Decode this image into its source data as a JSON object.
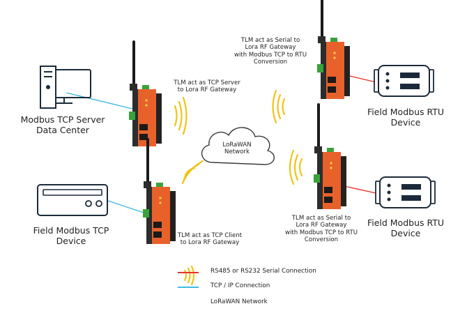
{
  "nodes": {
    "server": {
      "label_line1": "Modbus TCP Server",
      "label_line2": "Data Center",
      "icon": "desktop-computer-icon"
    },
    "tcp_device": {
      "label_line1": "Field Modbus TCP",
      "label_line2": "Device",
      "icon": "field-device-icon"
    },
    "rtu_device_top": {
      "label_line1": "Field Modbus RTU",
      "label_line2": "Device",
      "icon": "field-device-icon"
    },
    "rtu_device_bottom": {
      "label_line1": "Field Modbus RTU",
      "label_line2": "Device",
      "icon": "field-device-icon"
    },
    "cloud": {
      "label_line1": "LoRaWAN",
      "label_line2": "Network",
      "icon": "cloud-icon"
    }
  },
  "gateways": {
    "tcp_server": {
      "caption_line1": "TLM act as TCP Server",
      "caption_line2": "to Lora RF Gateway"
    },
    "tcp_client": {
      "caption_line1": "TLM act as TCP Client",
      "caption_line2": "to Lora RF Gateway"
    },
    "serial_top": {
      "caption_line1": "TLM act as Serial to",
      "caption_line2": "Lora RF Gateway",
      "caption_line3": "with Modbus TCP to RTU",
      "caption_line4": "Conversion"
    },
    "serial_bottom": {
      "caption_line1": "TLM act as Serial to",
      "caption_line2": "Lora RF Gateway",
      "caption_line3": "with Modbus TCP to RTU",
      "caption_line4": "Conversion"
    }
  },
  "legend": {
    "serial": {
      "label": "RS485 or RS232 Serial Connection",
      "color": "#e8332b"
    },
    "tcp": {
      "label": "TCP / IP Connection",
      "color": "#3fb8e3"
    },
    "lora": {
      "label": "LoRaWAN Network",
      "color": "#f2c316",
      "icon": "radio-waves-icon"
    }
  },
  "colors": {
    "gateway_body": "#e8612a",
    "gateway_dark": "#2c2c2c",
    "terminal_green": "#3aa23a"
  }
}
